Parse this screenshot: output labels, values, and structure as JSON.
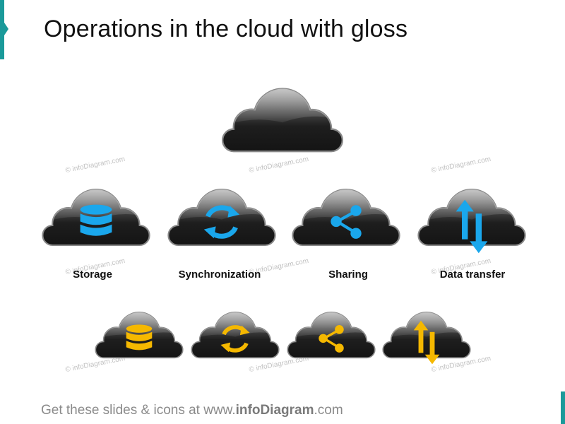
{
  "title": "Operations in the cloud with gloss",
  "footer": {
    "prefix": "Get these slides & icons at www.",
    "brand": "infoDiagram",
    "suffix": ".com"
  },
  "labels": {
    "storage": "Storage",
    "sync": "Synchronization",
    "sharing": "Sharing",
    "transfer": "Data transfer"
  },
  "watermark": "© infoDiagram.com",
  "colors": {
    "accent": "#1a9a9a",
    "icon_blue": "#1aa7ec",
    "icon_yellow": "#f5b800",
    "cloud_dark": "#1c1c1c"
  },
  "icons": [
    "database-icon",
    "sync-icon",
    "share-icon",
    "transfer-icon"
  ]
}
